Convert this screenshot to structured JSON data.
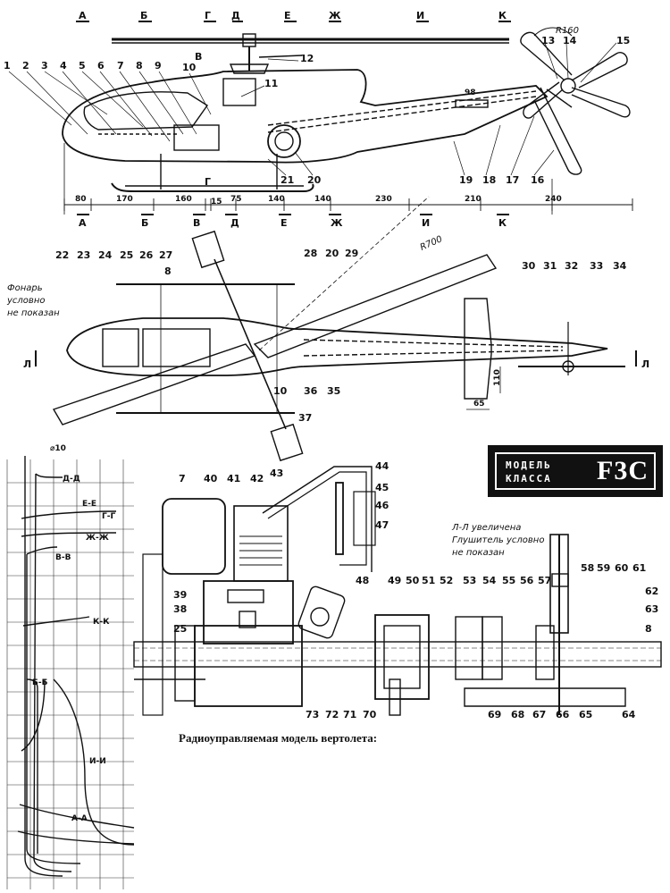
{
  "title_badge": {
    "line1": "МОДЕЛЬ",
    "line2": "КЛАССА",
    "class_code": "F3C"
  },
  "caption": "Радиоуправляемая модель вертолета:",
  "section_marks_top": [
    "А",
    "Б",
    "Г",
    "Д",
    "Е",
    "Ж",
    "И",
    "К"
  ],
  "section_marks_bottom": [
    "А",
    "Б",
    "В",
    "Г",
    "Д",
    "Е",
    "Ж",
    "И",
    "К"
  ],
  "section_mark_v": "В",
  "section_mark_l": "Л",
  "dimensions": {
    "r160": "R160",
    "r700": "R700",
    "d98": "98",
    "d80": "80",
    "d170": "170",
    "d160": "160",
    "d15": "15",
    "d75": "75",
    "d140a": "140",
    "d140b": "140",
    "d230": "230",
    "d210": "210",
    "d240": "240",
    "d110": "110",
    "d65": "65",
    "d10": "⌀10"
  },
  "notes": {
    "canopy_line1": "Фонарь",
    "canopy_line2": "условно",
    "canopy_line3": "не показан",
    "ll_line1": "Л-Л увеличена",
    "ll_line2": "Глушитель условно",
    "ll_line3": "не показан"
  },
  "section_profiles": [
    "Д-Д",
    "Е-Е",
    "Г-Г",
    "Ж-Ж",
    "В-В",
    "К-К",
    "Б-Б",
    "И-И",
    "А-А"
  ],
  "part_numbers_side": [
    "1",
    "2",
    "3",
    "4",
    "5",
    "6",
    "7",
    "8",
    "9",
    "10",
    "11",
    "12",
    "13",
    "14",
    "15",
    "16",
    "17",
    "18",
    "19",
    "20",
    "21"
  ],
  "part_numbers_plan": [
    "22",
    "23",
    "24",
    "25",
    "26",
    "27",
    "8",
    "28",
    "20",
    "29",
    "30",
    "31",
    "32",
    "33",
    "34",
    "10",
    "36",
    "35",
    "37"
  ],
  "part_numbers_detail": [
    "7",
    "40",
    "41",
    "42",
    "43",
    "44",
    "45",
    "46",
    "47",
    "39",
    "38",
    "25",
    "48",
    "49",
    "50",
    "51",
    "52",
    "53",
    "54",
    "55",
    "56",
    "57",
    "58",
    "59",
    "60",
    "61",
    "62",
    "63",
    "8",
    "64",
    "65",
    "66",
    "67",
    "68",
    "69",
    "70",
    "71",
    "72",
    "73"
  ]
}
